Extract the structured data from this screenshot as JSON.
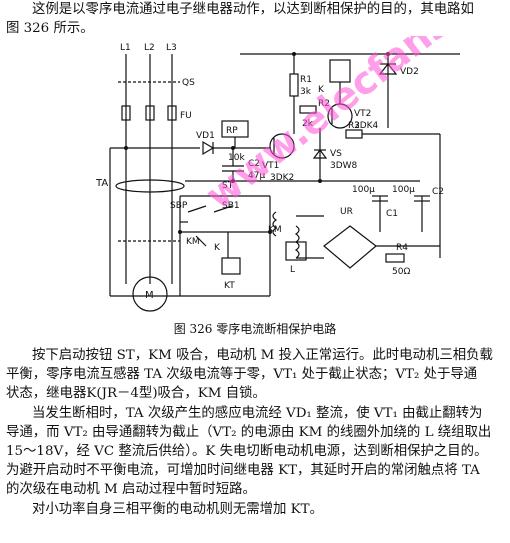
{
  "intro": {
    "line1": "这例是以零序电流通过电子继电器动作，以达到断相保护的目的，其电路如",
    "line2": "图 326 所示。"
  },
  "figure": {
    "labels": {
      "L1": "L1",
      "L2": "L2",
      "L3": "L3",
      "QS": "QS",
      "FU": "FU",
      "TA": "TA",
      "KM": "KM",
      "M": "M",
      "VD1": "VD1",
      "RP": "RP",
      "RP_val": "10k",
      "C2": "C2",
      "C2_val": "47μ",
      "R1": "R1",
      "R1_val": "3k",
      "R2_top": "R2",
      "R2_top_val": "2k",
      "VT1": "VT1",
      "VT1_type": "3DK2",
      "VT2": "VT2",
      "VT2_type": "3DK4",
      "K": "K",
      "VD2": "VD2",
      "R2": "R2",
      "VS": "VS",
      "VS_type": "3DW8",
      "C1_val": "100μ",
      "C1": "C1",
      "C3_val": "100μ",
      "C3": "C2",
      "UR": "UR",
      "R4": "R4",
      "R4_val": "50Ω",
      "SBP": "SBP",
      "ST": "ST",
      "SB1": "SB1",
      "K_contact": "K",
      "KT": "KT",
      "L": "L",
      "KM_coil": "KM"
    },
    "caption": "图 326    零序电流断相保护电路",
    "watermark": "www.elecfans.com"
  },
  "body": {
    "lines": [
      "按下启动按钮 ST，KM 吸合，电动机 M 投入正常运行。此时电动机三相负载",
      "平衡，零序电流互感器 TA 次级电流等于零，VT₁ 处于截止状态；VT₂ 处于导通",
      "状态，继电器K(JR－4型)吸合，KM 自锁。",
      "当发生断相时，TA 次级产生的感应电流经 VD₁ 整流，使 VT₁ 由截止翻转为",
      "导通，而 VT₂ 由导通翻转为截止（VT₂ 的电源由 KM 的线圈外加绕的 L 绕组取出",
      "15～18V，经 VC 整流后供给）。K 失电切断电动机电源，达到断相保护之目的。",
      "为避开启动时不平衡电流，可增加时间继电器 KT，其延时开启的常闭触点将 TA",
      "的次级在电动机 M 启动过程中暂时短路。",
      "对小功率自身三相平衡的电动机则无需增加 KT。"
    ]
  }
}
